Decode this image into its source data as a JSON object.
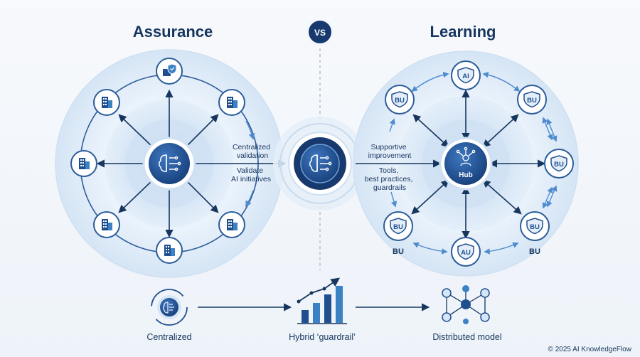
{
  "header": {
    "left_title": "Assurance",
    "vs_label": "VS",
    "right_title": "Learning"
  },
  "center_labels": {
    "left_top": [
      "Centralized",
      "validation"
    ],
    "left_bottom": [
      "Validate",
      "AI initiatives"
    ],
    "right_top": [
      "Supportive",
      "improvement"
    ],
    "right_bottom": [
      "Tools,",
      "best practices,",
      "guardrails"
    ]
  },
  "learning_nodes": {
    "hub": "Hub",
    "top": "AI",
    "bottom": "AU",
    "units": [
      "BU",
      "BU",
      "BU",
      "BU",
      "BU"
    ],
    "caption_left": "BU",
    "caption_right": "BU"
  },
  "footer_flow": {
    "step1": "Centralized",
    "step2": "Hybrid ‘guardrail’",
    "step3": "Distributed model"
  },
  "copyright": "© 2025 AI KnowledgeFlow",
  "colors": {
    "navy": "#17365f",
    "primary": "#1f4f8f",
    "light_ring": "#d6e6f6",
    "accent": "#3b82c4"
  }
}
